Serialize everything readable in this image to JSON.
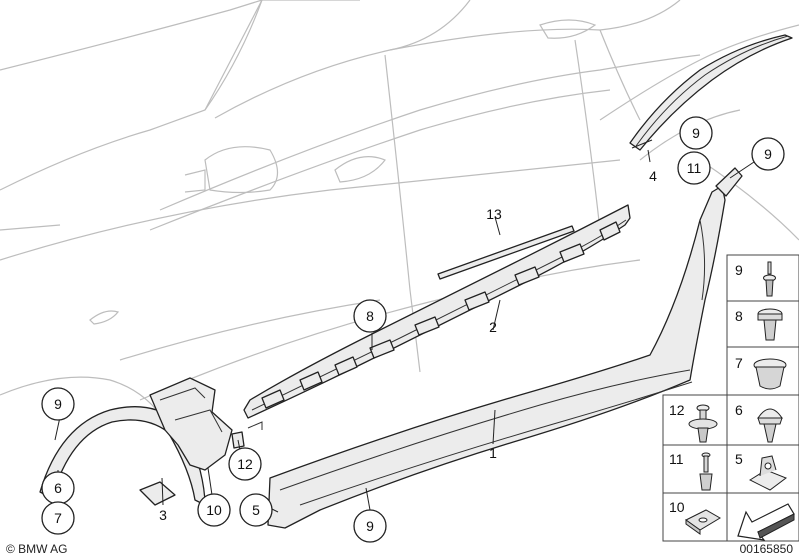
{
  "diagram": {
    "callouts": {
      "rear_arch_top": "9",
      "rear_arch_mid": "11",
      "rear_arch_ref": "4",
      "sill_rear_top": "9",
      "strip_ref": "13",
      "bracket_ref": "8",
      "bracket_main": "2",
      "sill_main": "1",
      "front_arch_top": "9",
      "front_arch_a": "6",
      "front_arch_b": "7",
      "front_arch_ref": "3",
      "front_bracket": "10",
      "front_clip": "12",
      "sill_front_end": "5",
      "sill_bottom": "9"
    },
    "legend": [
      {
        "num": "9",
        "part": "rivet-icon"
      },
      {
        "num": "8",
        "part": "bolt-icon"
      },
      {
        "num": "7",
        "part": "grommet-icon"
      },
      {
        "num": "12",
        "part": "expanding-clip-icon"
      },
      {
        "num": "6",
        "part": "plug-icon"
      },
      {
        "num": "11",
        "part": "pin-icon"
      },
      {
        "num": "5",
        "part": "retainer-clip-icon"
      },
      {
        "num": "10",
        "part": "speed-nut-icon"
      },
      {
        "num": "",
        "part": "arrow-icon"
      }
    ],
    "copyright": "© BMW AG",
    "image_number": "00165850"
  },
  "colors": {
    "car_outline": "#bdbdbd",
    "part_fill": "#ececec",
    "ink": "#222222"
  }
}
